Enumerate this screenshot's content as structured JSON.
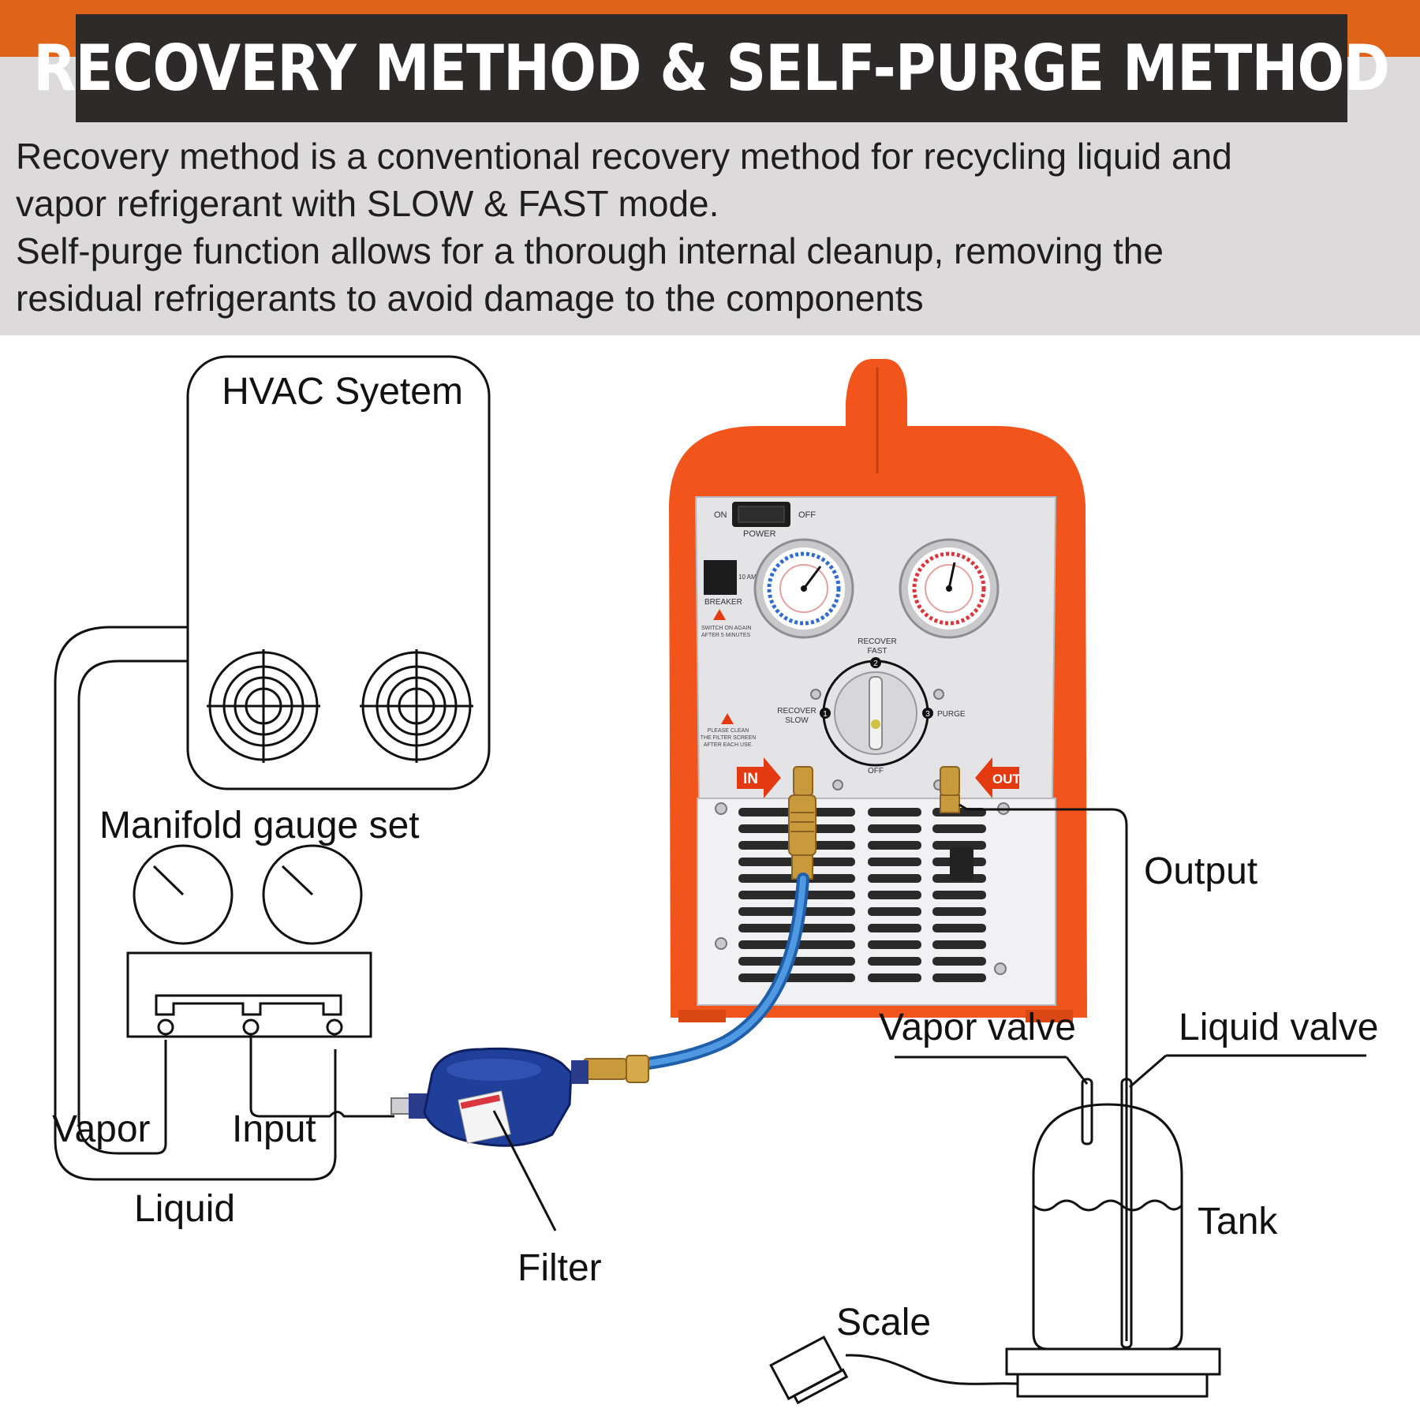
{
  "header": {
    "title": "RECOVERY METHOD & SELF-PURGE METHOD",
    "desc_line1": "Recovery method is a conventional recovery method for recycling liquid and",
    "desc_line2": "vapor refrigerant with SLOW & FAST mode.",
    "desc_line3": "Self-purge function allows for a thorough internal cleanup, removing the",
    "desc_line4": "residual refrigerants to avoid damage to the components"
  },
  "labels": {
    "hvac": "HVAC Syetem",
    "manifold": "Manifold gauge set",
    "vapor": "Vapor",
    "input": "Input",
    "liquid": "Liquid",
    "filter": "Filter",
    "output": "Output",
    "vapor_valve": "Vapor valve",
    "liquid_valve": "Liquid valve",
    "tank": "Tank",
    "scale": "Scale"
  },
  "machine": {
    "on": "ON",
    "off": "OFF",
    "power": "POWER",
    "breaker": "BREAKER",
    "amp": "10 AMP",
    "switch_note_1": "SWITCH ON AGAIN",
    "switch_note_2": "AFTER 5 MINUTES",
    "recover_fast_1": "RECOVER",
    "recover_fast_2": "FAST",
    "recover_slow_1": "RECOVER",
    "recover_slow_2": "SLOW",
    "purge": "PURGE",
    "knob_off": "OFF",
    "clean_1": "PLEASE CLEAN",
    "clean_2": "THE FILTER SCREEN",
    "clean_3": "AFTER EACH USE.",
    "in": "IN",
    "out": "OUT",
    "n1": "1",
    "n2": "2",
    "n3": "3"
  },
  "colors": {
    "header_bar": "#e06418",
    "title_bg": "#2e2a2a",
    "band_bg": "#dcdadb",
    "machine_orange": "#f2551c",
    "hose_blue": "#2f7fd0",
    "filter_blue": "#1f3f9a"
  }
}
